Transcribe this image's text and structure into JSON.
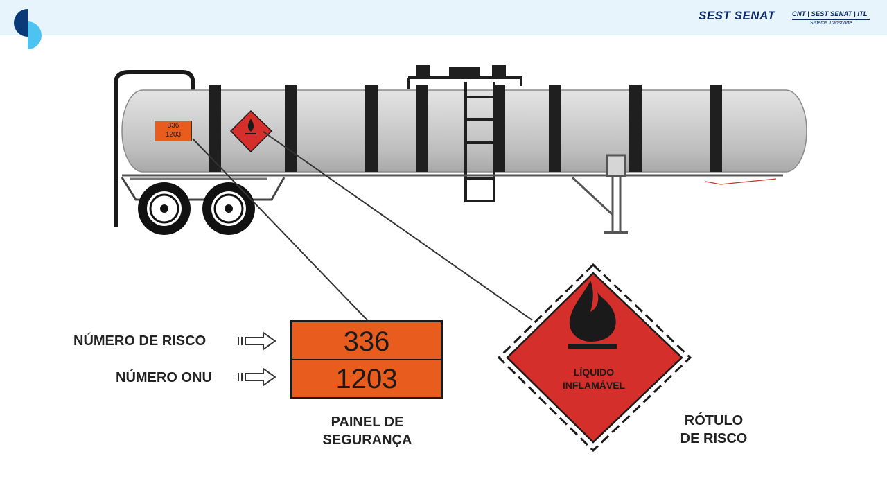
{
  "header": {
    "brand_main": "SEST SENAT",
    "brand_sub_line1": "CNT | SEST SENAT | ITL",
    "brand_sub_line2": "Sistema Transporte",
    "colors": {
      "brand_navy": "#0b2c66",
      "bar_bg": "#e8f4fc",
      "logo_dark": "#0b3a78",
      "logo_light": "#4cc3f0"
    }
  },
  "diagram": {
    "tanker_panel_small": {
      "hazard_number": "336",
      "un_number": "1203"
    },
    "labels": {
      "hazard_number_label": "NÚMERO DE RISCO",
      "un_number_label": "NÚMERO ONU"
    },
    "safety_panel": {
      "hazard_number": "336",
      "un_number": "1203",
      "color": "#e85d1e"
    },
    "safety_panel_caption_line1": "PAINEL DE",
    "safety_panel_caption_line2": "SEGURANÇA",
    "risk_label": {
      "text_line1": "LÍQUIDO",
      "text_line2": "INFLAMÁVEL",
      "color": "#d42f2a"
    },
    "risk_label_caption_line1": "RÓTULO",
    "risk_label_caption_line2": "DE RISCO"
  }
}
